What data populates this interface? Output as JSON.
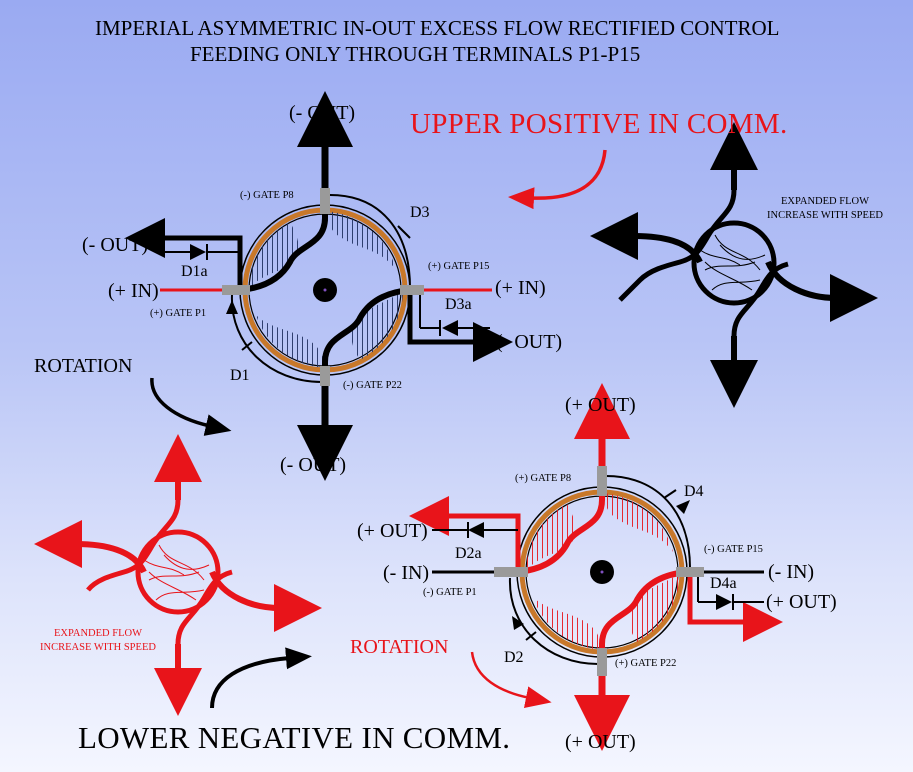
{
  "title": {
    "line1": "IMPERIAL ASYMMETRIC IN-OUT EXCESS FLOW RECTIFIED CONTROL",
    "line2": "FEEDING ONLY THROUGH TERMINALS P1-P15"
  },
  "upper": {
    "heading": "UPPER POSITIVE IN COMM.",
    "top_out": "(- OUT)",
    "bottom_out": "(- OUT)",
    "left_out": "(- OUT)",
    "left_in": "(+ IN)",
    "right_in": "(+ IN)",
    "right_out": "(- OUT)",
    "gate_p8": "(-) GATE P8",
    "gate_p15": "(+) GATE P15",
    "gate_p1": "(+) GATE P1",
    "gate_p22": "(-) GATE P22",
    "d3": "D3",
    "d1a": "D1a",
    "d3a": "D3a",
    "d1": "D1",
    "rotation": "ROTATION",
    "expanded_line1": "EXPANDED FLOW",
    "expanded_line2": "INCREASE WITH SPEED"
  },
  "lower": {
    "heading": "LOWER NEGATIVE IN COMM.",
    "top_out": "(+ OUT)",
    "bottom_out": "(+ OUT)",
    "left_out": "(+ OUT)",
    "left_in": "(- IN)",
    "right_in": "(- IN)",
    "right_out": "(+ OUT)",
    "gate_p8": "(+) GATE P8",
    "gate_p15": "(-) GATE P15",
    "gate_p1": "(-) GATE P1",
    "gate_p22": "(+) GATE P22",
    "d4": "D4",
    "d2a": "D2a",
    "d4a": "D4a",
    "d2": "D2",
    "rotation": "ROTATION",
    "expanded_line1": "EXPANDED FLOW",
    "expanded_line2": "INCREASE WITH SPEED"
  },
  "colors": {
    "red": "#e8141a",
    "copper": "#c8782a",
    "gate_gray": "#9a9a9a",
    "background_top": "#9aaaf2",
    "background_bottom": "#f4f6ff"
  }
}
